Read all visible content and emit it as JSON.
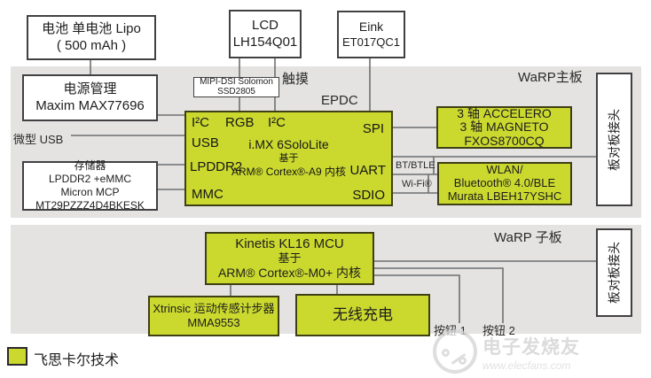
{
  "boards": {
    "main": {
      "label": "WaRP主板",
      "connector": "板对板接头"
    },
    "daughter": {
      "label": "WaRP 子板",
      "connector": "板对板接头"
    }
  },
  "boxes": {
    "battery": {
      "line1": "电池 单电池 Lipo",
      "line2": "( 500 mAh )"
    },
    "power": {
      "line1": "电源管理",
      "line2": "Maxim MAX77696"
    },
    "lcd": {
      "line1": "LCD",
      "line2": "LH154Q01"
    },
    "eink": {
      "line1": "Eink",
      "line2": "ET017QC1"
    },
    "mipi": {
      "line1": "MIPI-DSI Solomon",
      "line2": "SSD2805"
    },
    "storage": {
      "line1": "存储器",
      "line2": "LPDDR2 +eMMC",
      "line3": "Micron MCP",
      "line4": "MT29PZZZ4D4BKESK"
    },
    "chip": {
      "title": "i.MX 6SoloLite",
      "subtitle1": "基于",
      "subtitle2": "ARM® Cortex®-A9 内核",
      "ports": {
        "i2c_left": "I²C",
        "rgb": "RGB",
        "i2c_top": "I²C",
        "usb": "USB",
        "lpddr2": "LPDDR2",
        "mmc": "MMC",
        "spi": "SPI",
        "uart": "UART",
        "sdio": "SDIO"
      }
    },
    "accel": {
      "line1": "3 轴 ACCELERO",
      "line2": "3 轴 MAGNETO",
      "line3": "FXOS8700CQ"
    },
    "wlan": {
      "line1": "WLAN/",
      "line2": "Bluetooth® 4.0/BLE",
      "line3": "Murata LBEH17YSHC"
    },
    "kinetis": {
      "line1": "Kinetis KL16 MCU",
      "line2": "基于",
      "line3": "ARM® Cortex®-M0+ 内核"
    },
    "xtrinsic": {
      "line1": "Xtrinsic 运动传感计步器",
      "line2": "MMA9553"
    },
    "wireless": {
      "line1": "无线充电"
    }
  },
  "labels": {
    "micro_usb": "微型 USB",
    "touch": "触摸",
    "epdc": "EPDC",
    "bt_btle": "BT/BTLE",
    "wifi": "Wi-Fi®",
    "button1": "按钮 1",
    "button2": "按钮 2"
  },
  "legend": {
    "label": "飞思卡尔技术",
    "swatch_color": "#cbd92f"
  },
  "watermark": {
    "name": "电子发烧友",
    "url": "www.elecfans.com"
  },
  "colors": {
    "green": "#cbd92f",
    "band": "#e4e3e2",
    "wire": "#6d6e71",
    "border": "#414144"
  }
}
